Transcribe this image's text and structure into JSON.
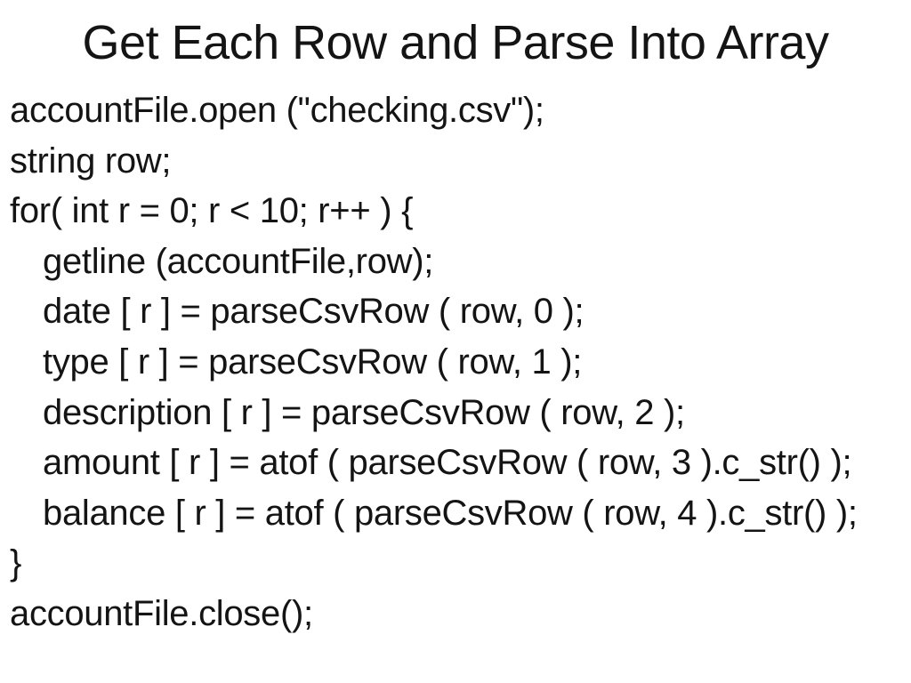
{
  "slide": {
    "title": "Get Each Row and Parse Into Array",
    "code_lines": [
      {
        "text": "accountFile.open (\"checking.csv\");",
        "indent": 0
      },
      {
        "text": "string row;",
        "indent": 0
      },
      {
        "text": "for( int r = 0; r < 10; r++ ) {",
        "indent": 0
      },
      {
        "text": "getline (accountFile,row);",
        "indent": 1
      },
      {
        "text": "date [ r ] = parseCsvRow ( row, 0 );",
        "indent": 1
      },
      {
        "text": "type [ r ] = parseCsvRow ( row, 1 );",
        "indent": 1
      },
      {
        "text": "description [ r ] = parseCsvRow ( row, 2 );",
        "indent": 1
      },
      {
        "text": "amount [ r ] = atof ( parseCsvRow ( row, 3 ).c_str() );",
        "indent": 1
      },
      {
        "text": "balance [ r ] = atof ( parseCsvRow ( row, 4 ).c_str() );",
        "indent": 1
      },
      {
        "text": "}",
        "indent": 0
      },
      {
        "text": "accountFile.close();",
        "indent": 0
      }
    ],
    "colors": {
      "background": "#ffffff",
      "text": "#141414"
    }
  }
}
